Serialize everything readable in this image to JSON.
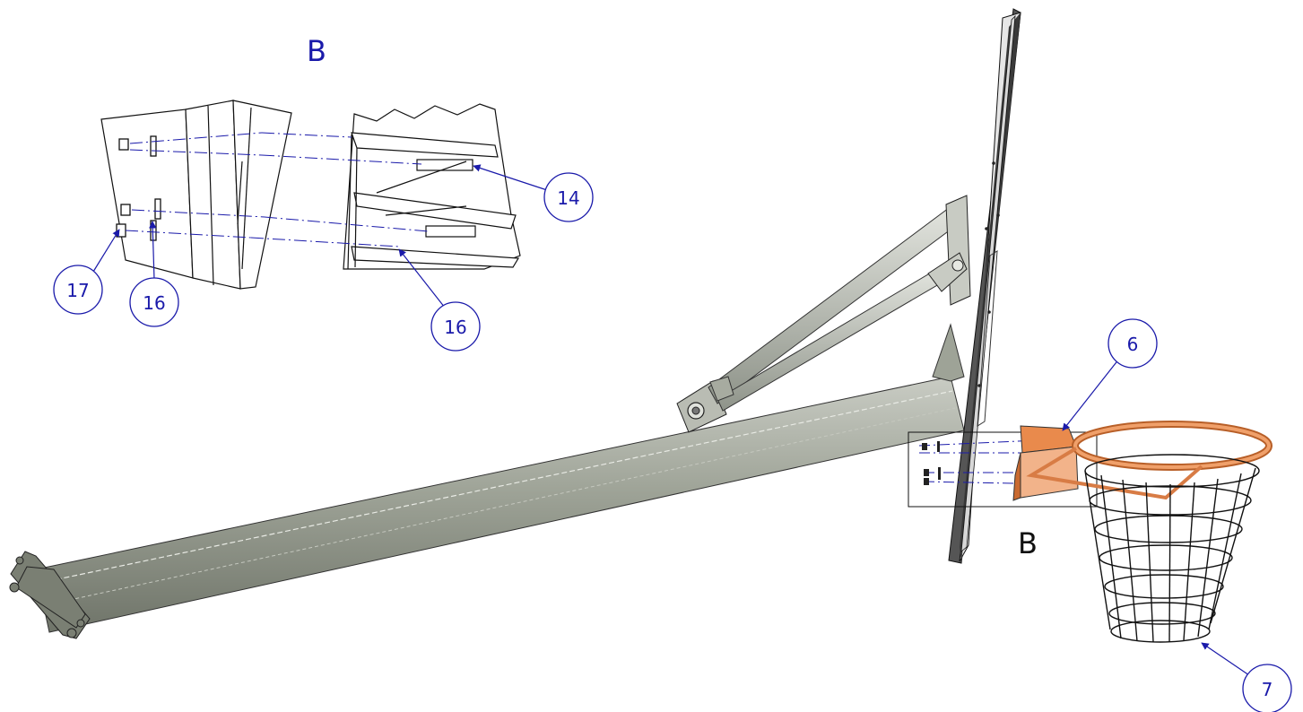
{
  "detail_view": {
    "label": "B",
    "label_color": "#1a1aaa"
  },
  "main_view": {
    "detail_marker_label": "B"
  },
  "callouts": [
    {
      "id": "callout-14",
      "number": "14"
    },
    {
      "id": "callout-16a",
      "number": "16"
    },
    {
      "id": "callout-16b",
      "number": "16"
    },
    {
      "id": "callout-17",
      "number": "17"
    },
    {
      "id": "callout-6",
      "number": "6"
    },
    {
      "id": "callout-7",
      "number": "7"
    }
  ],
  "colors": {
    "callout_blue": "#1a1aaa",
    "beam_gray": "#8f948b",
    "rim_orange": "#e98a4c",
    "line_black": "#111111"
  }
}
